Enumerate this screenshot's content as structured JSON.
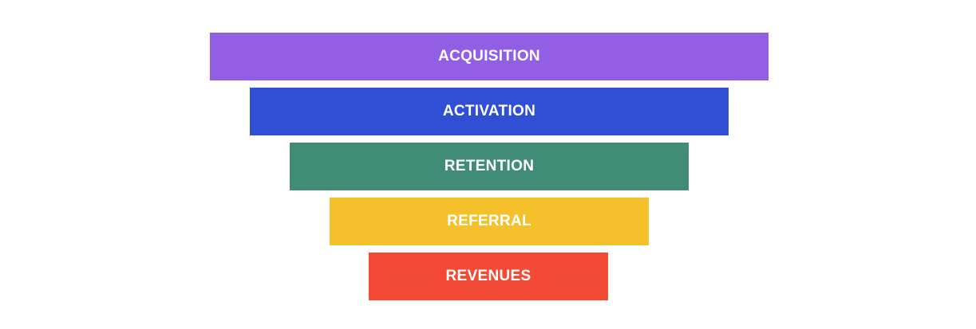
{
  "funnel": {
    "stages": [
      {
        "label": "ACQUISITION",
        "color": "#925ee4"
      },
      {
        "label": "ACTIVATION",
        "color": "#314fd5"
      },
      {
        "label": "RETENTION",
        "color": "#418c76"
      },
      {
        "label": "REFERRAL",
        "color": "#f4c12c"
      },
      {
        "label": "REVENUES",
        "color": "#f24a34"
      }
    ]
  }
}
